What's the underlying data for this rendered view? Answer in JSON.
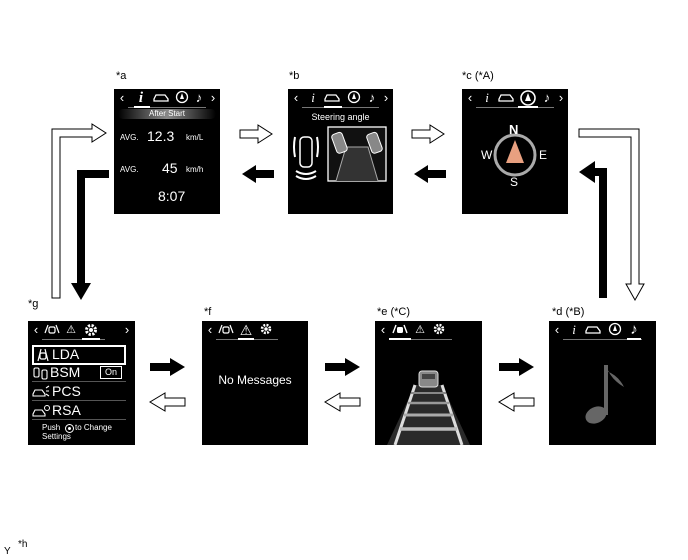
{
  "labels": {
    "a": "*a",
    "b": "*b",
    "c": "*c (*A)",
    "d": "*d (*B)",
    "e": "*e (*C)",
    "f": "*f",
    "g": "*g",
    "h": "*h",
    "y": "Y"
  },
  "screen_a": {
    "header": "After Start",
    "rows": [
      {
        "label": "AVG.",
        "value": "12.3",
        "unit": "km/L"
      },
      {
        "label": "AVG.",
        "value": "45",
        "unit": "km/h"
      }
    ],
    "time": "8:07"
  },
  "screen_b": {
    "title": "Steering angle"
  },
  "screen_c": {
    "north": "N",
    "south": "S",
    "east": "E",
    "west": "W"
  },
  "screen_f": {
    "message": "No Messages"
  },
  "screen_g": {
    "items": [
      {
        "label": "LDA"
      },
      {
        "label": "BSM",
        "badge": "On"
      },
      {
        "label": "PCS"
      },
      {
        "label": "RSA"
      }
    ],
    "footer_line1_pre": "Push",
    "footer_line1_post": "to Change",
    "footer_line2": "Settings"
  },
  "glyphs": {
    "left": "‹",
    "right": "›",
    "info": "i",
    "note": "♪",
    "warning": "⚠"
  },
  "colors": {
    "screen_bg": "#000000",
    "arrow": "#000000"
  }
}
